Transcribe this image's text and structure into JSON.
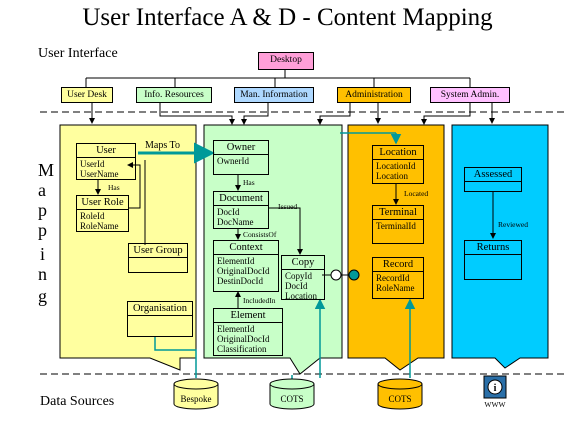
{
  "title": "User Interface A & D - Content Mapping",
  "section_user_interface": "User Interface",
  "section_data_sources": "Data Sources",
  "mapping_letters": [
    "M",
    "a",
    "p",
    "p",
    "i",
    "n",
    "g"
  ],
  "desktop": "Desktop",
  "tabs": [
    "User Desk",
    "Info. Resources",
    "Man. Information",
    "Administration",
    "System Admin."
  ],
  "entities": {
    "user": {
      "name": "User",
      "fields": [
        "UserId",
        "UserName"
      ]
    },
    "user_role": {
      "name": "User Role",
      "fields": [
        "RoleId",
        "RoleName"
      ]
    },
    "user_group": {
      "name": "User Group",
      "fields": []
    },
    "organisation": {
      "name": "Organisation",
      "fields": []
    },
    "owner": {
      "name": "Owner",
      "fields": [
        "OwnerId"
      ]
    },
    "document": {
      "name": "Document",
      "fields": [
        "DocId",
        "DocName"
      ]
    },
    "context": {
      "name": "Context",
      "fields": [
        "ElementId",
        "OriginalDocId",
        "DestinDocId"
      ]
    },
    "element": {
      "name": "Element",
      "fields": [
        "ElementId",
        "OriginalDocId",
        "Classification"
      ]
    },
    "copy": {
      "name": "Copy",
      "fields": [
        "CopyId",
        "DocId",
        "Location"
      ]
    },
    "location": {
      "name": "Location",
      "fields": [
        "LocationId",
        "Location"
      ]
    },
    "terminal": {
      "name": "Terminal",
      "fields": [
        "TerminalId"
      ]
    },
    "record": {
      "name": "Record",
      "fields": [
        "RecordId",
        "RoleName"
      ]
    },
    "assessed": {
      "name": "Assessed",
      "fields": []
    },
    "returns": {
      "name": "Returns",
      "fields": []
    }
  },
  "relations": {
    "maps_to": "Maps To",
    "has_user": "Has",
    "has_owner": "Has",
    "issued": "Issued",
    "consists_of": "ConsistsOf",
    "included_in": "IncludedIn",
    "located": "Located",
    "reviewed": "Reviewed"
  },
  "data_sources": [
    "Bespoke",
    "COTS",
    "COTS",
    "WWW"
  ],
  "colors": {
    "desktop": "#ff9fd8",
    "user_desk": "#ffff9f",
    "info": "#c8ffc8",
    "man_info": "#aed8ff",
    "admin": "#ffc000",
    "sys_admin": "#ffc0ff",
    "panel1": "#ffff9f",
    "panel2": "#c8ffc8",
    "panel3": "#ffc000",
    "panel4": "#00ccff",
    "arrow": "#009999"
  }
}
